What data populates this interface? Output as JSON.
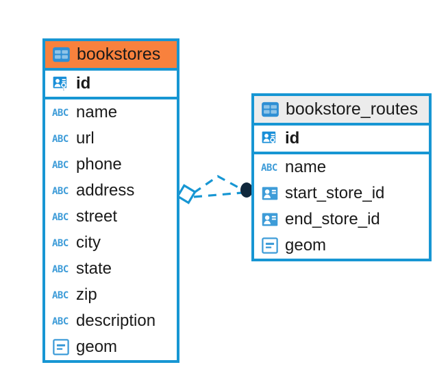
{
  "diagram": {
    "type": "entity-relationship-diagram",
    "background_color": "#ffffff",
    "accent_color": "#1796d3",
    "highlight_color": "#f8813d",
    "connector_color": "#1796d3",
    "endpoint_color": "#10283c"
  },
  "entities": [
    {
      "name": "bookstores",
      "header_style": "accent-orange",
      "icon": "table-icon",
      "primary_keys": [
        {
          "label": "id",
          "icon": "primary-key-icon",
          "type": "key"
        }
      ],
      "fields": [
        {
          "label": "name",
          "icon": "abc-icon",
          "type": "text"
        },
        {
          "label": "url",
          "icon": "abc-icon",
          "type": "text"
        },
        {
          "label": "phone",
          "icon": "abc-icon",
          "type": "text"
        },
        {
          "label": "address",
          "icon": "abc-icon",
          "type": "text"
        },
        {
          "label": "street",
          "icon": "abc-icon",
          "type": "text"
        },
        {
          "label": "city",
          "icon": "abc-icon",
          "type": "text"
        },
        {
          "label": "state",
          "icon": "abc-icon",
          "type": "text"
        },
        {
          "label": "zip",
          "icon": "abc-icon",
          "type": "text"
        },
        {
          "label": "description",
          "icon": "abc-icon",
          "type": "text"
        },
        {
          "label": "geom",
          "icon": "geometry-icon",
          "type": "geometry"
        }
      ]
    },
    {
      "name": "bookstore_routes",
      "header_style": "accent-gray",
      "icon": "table-icon",
      "primary_keys": [
        {
          "label": "id",
          "icon": "primary-key-icon",
          "type": "key"
        }
      ],
      "fields": [
        {
          "label": "name",
          "icon": "abc-icon",
          "type": "text"
        },
        {
          "label": "start_store_id",
          "icon": "foreign-key-icon",
          "type": "reference"
        },
        {
          "label": "end_store_id",
          "icon": "foreign-key-icon",
          "type": "reference"
        },
        {
          "label": "geom",
          "icon": "geometry-icon",
          "type": "geometry"
        }
      ]
    }
  ],
  "relationship": {
    "from_entity": "bookstores",
    "to_entity": "bookstore_routes",
    "line_style": "dashed",
    "source_marker": "diamond-marker",
    "target_marker": "filled-circle-marker"
  }
}
